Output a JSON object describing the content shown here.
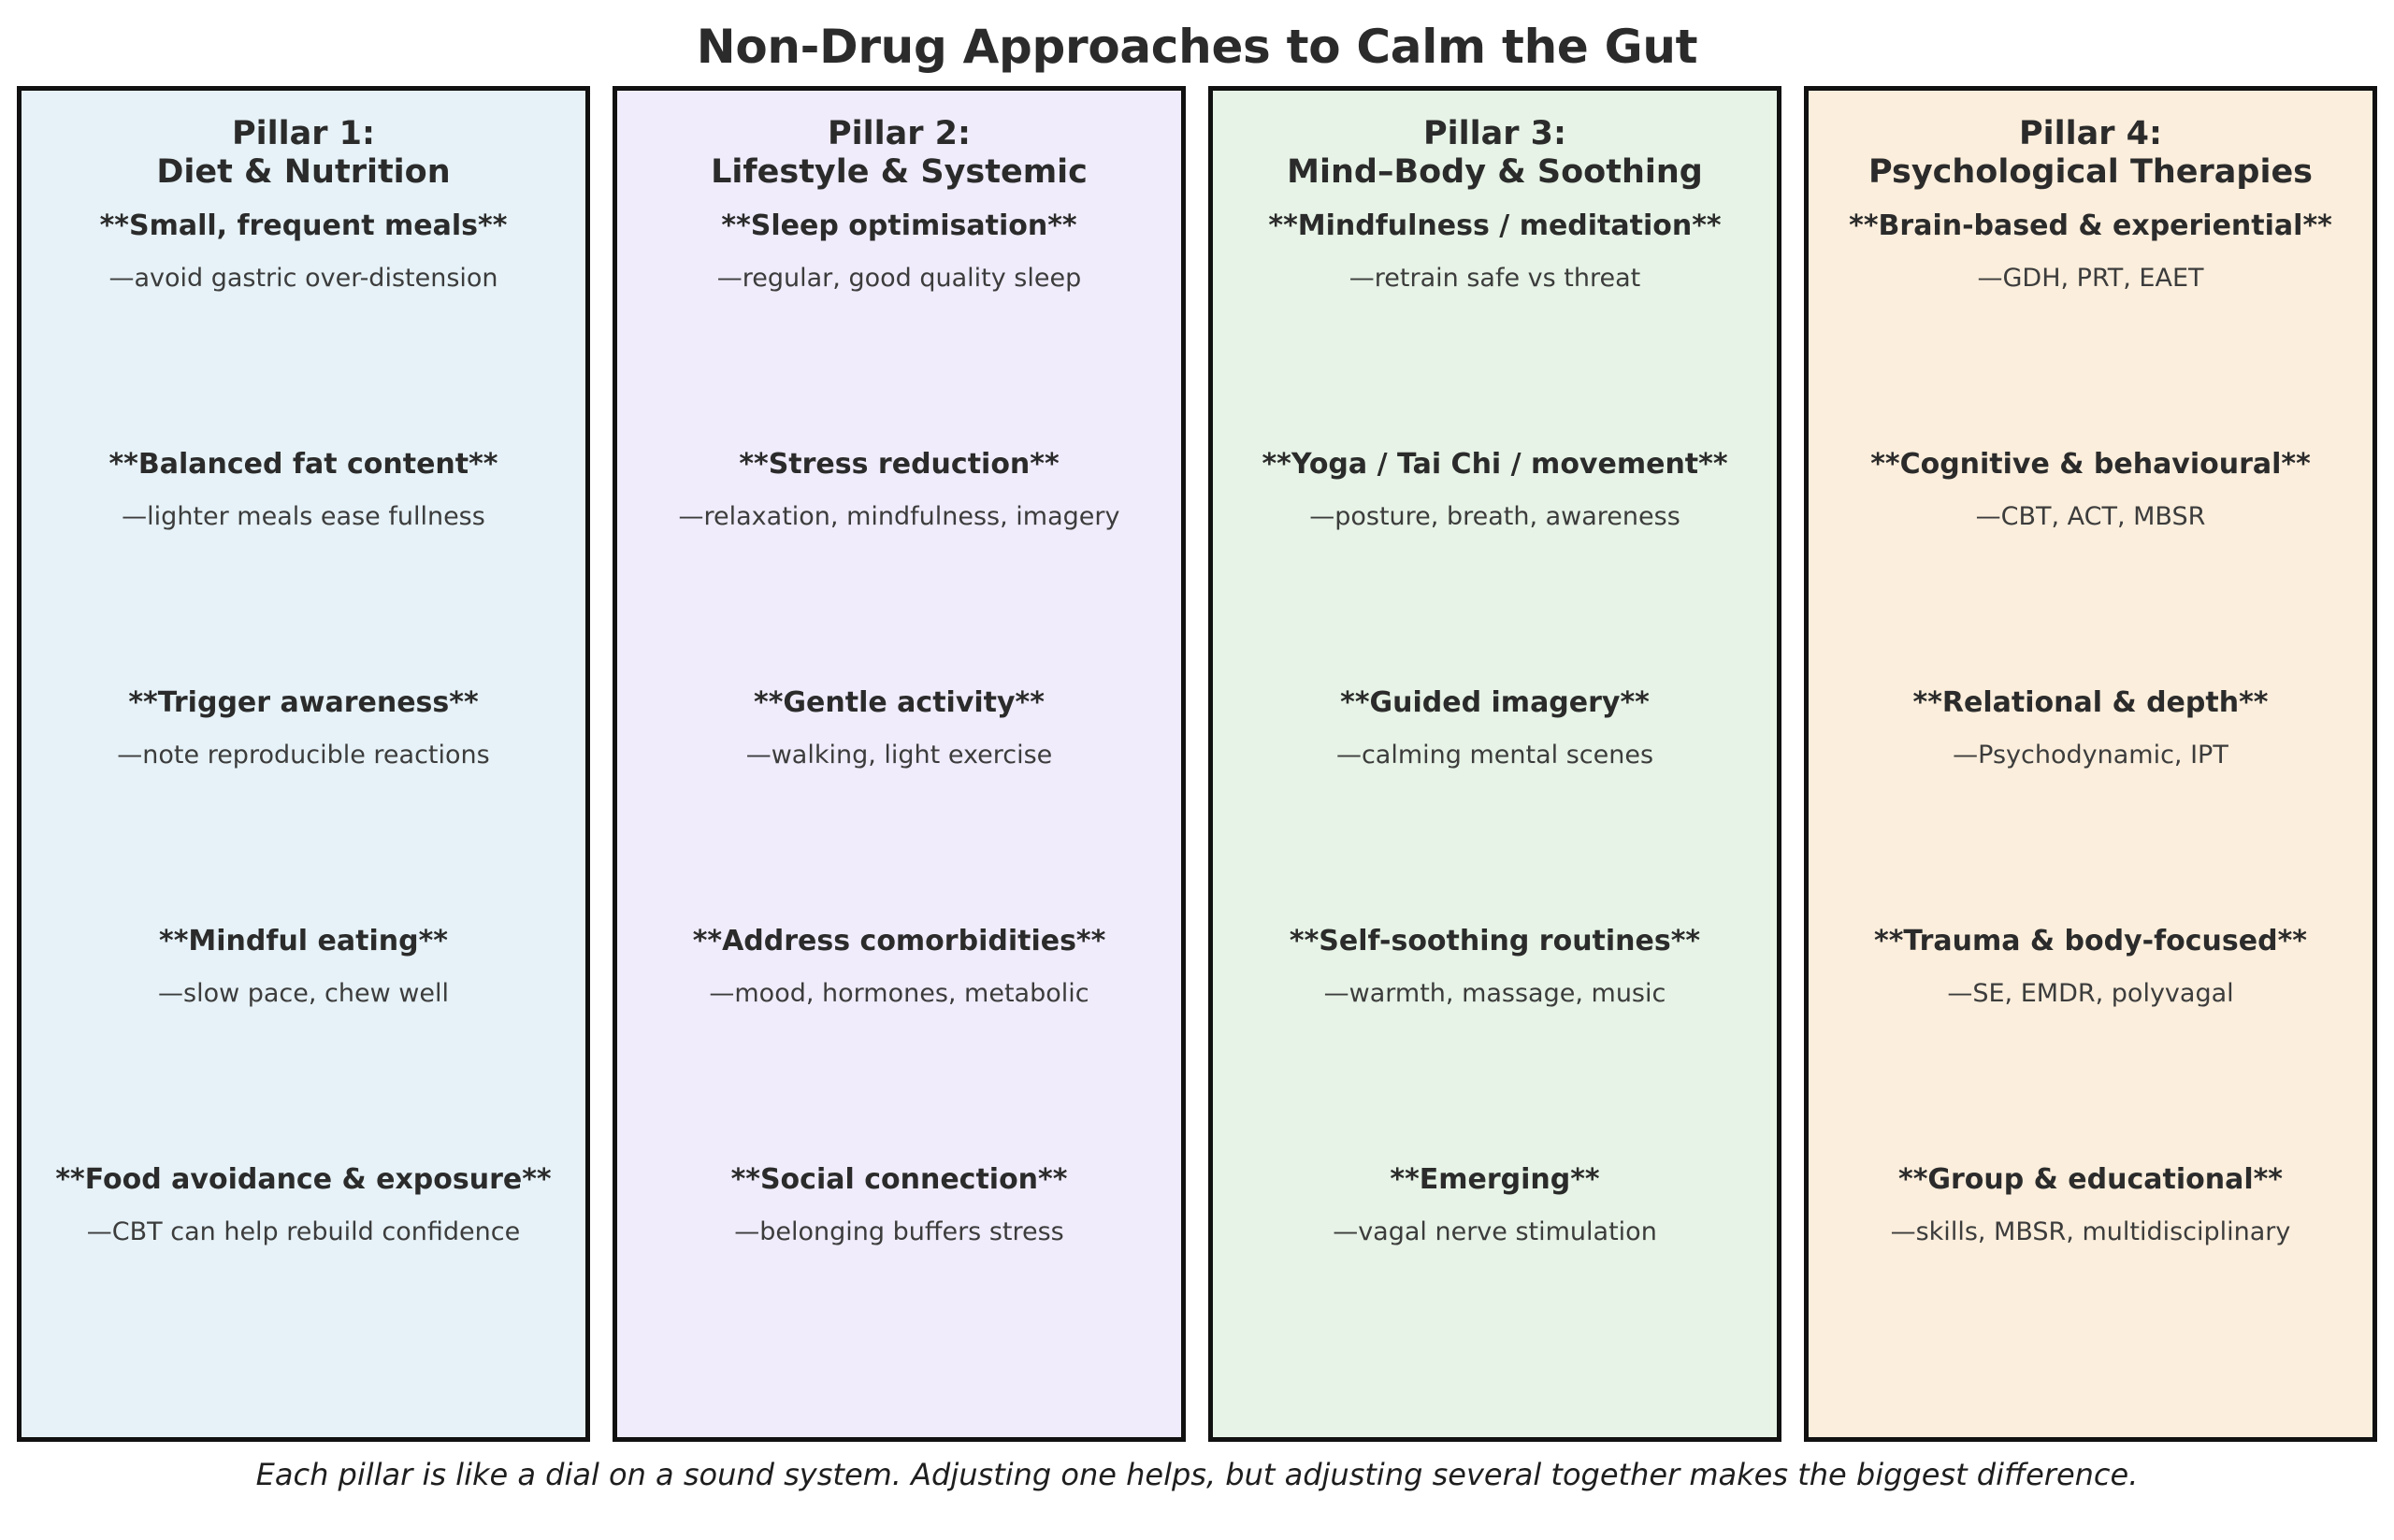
{
  "title": "Non-Drug Approaches to Calm the Gut",
  "caption": "Each pillar is like a dial on a sound system. Adjusting one helps, but adjusting several together makes the biggest difference.",
  "colors": {
    "background": "#ffffff",
    "text": "#2b2b2b",
    "border": "#111111",
    "pillar1_fill": "#e6f2f7",
    "pillar2_fill": "#f0ecfb",
    "pillar3_fill": "#e6f3e6",
    "pillar4_fill": "#fbeedc"
  },
  "pillars": [
    {
      "header": "Pillar 1:\nDiet & Nutrition",
      "fill": "#e6f2f7",
      "items": [
        {
          "title": "**Small, frequent meals**",
          "sub": "—avoid gastric over-distension"
        },
        {
          "title": "**Balanced fat content**",
          "sub": "—lighter meals ease fullness"
        },
        {
          "title": "**Trigger awareness**",
          "sub": "—note reproducible reactions"
        },
        {
          "title": "**Mindful eating**",
          "sub": "—slow pace, chew well"
        },
        {
          "title": "**Food avoidance & exposure**",
          "sub": "—CBT can help rebuild confidence"
        }
      ]
    },
    {
      "header": "Pillar 2:\nLifestyle & Systemic",
      "fill": "#f0ecfb",
      "items": [
        {
          "title": "**Sleep optimisation**",
          "sub": "—regular, good quality sleep"
        },
        {
          "title": "**Stress reduction**",
          "sub": "—relaxation, mindfulness, imagery"
        },
        {
          "title": "**Gentle activity**",
          "sub": "—walking, light exercise"
        },
        {
          "title": "**Address comorbidities**",
          "sub": "—mood, hormones, metabolic"
        },
        {
          "title": "**Social connection**",
          "sub": "—belonging buffers stress"
        }
      ]
    },
    {
      "header": "Pillar 3:\nMind–Body & Soothing",
      "fill": "#e6f3e6",
      "items": [
        {
          "title": "**Mindfulness / meditation**",
          "sub": "—retrain safe vs threat"
        },
        {
          "title": "**Yoga / Tai Chi / movement**",
          "sub": "—posture, breath, awareness"
        },
        {
          "title": "**Guided imagery**",
          "sub": "—calming mental scenes"
        },
        {
          "title": "**Self-soothing routines**",
          "sub": "—warmth, massage, music"
        },
        {
          "title": "**Emerging**",
          "sub": "—vagal nerve stimulation"
        }
      ]
    },
    {
      "header": "Pillar 4:\nPsychological Therapies",
      "fill": "#fbeedc",
      "items": [
        {
          "title": "**Brain-based & experiential**",
          "sub": "—GDH, PRT, EAET"
        },
        {
          "title": "**Cognitive & behavioural**",
          "sub": "—CBT, ACT, MBSR"
        },
        {
          "title": "**Relational & depth**",
          "sub": "—Psychodynamic, IPT"
        },
        {
          "title": "**Trauma & body-focused**",
          "sub": "—SE, EMDR, polyvagal"
        },
        {
          "title": "**Group & educational**",
          "sub": "—skills, MBSR, multidisciplinary"
        }
      ]
    }
  ]
}
